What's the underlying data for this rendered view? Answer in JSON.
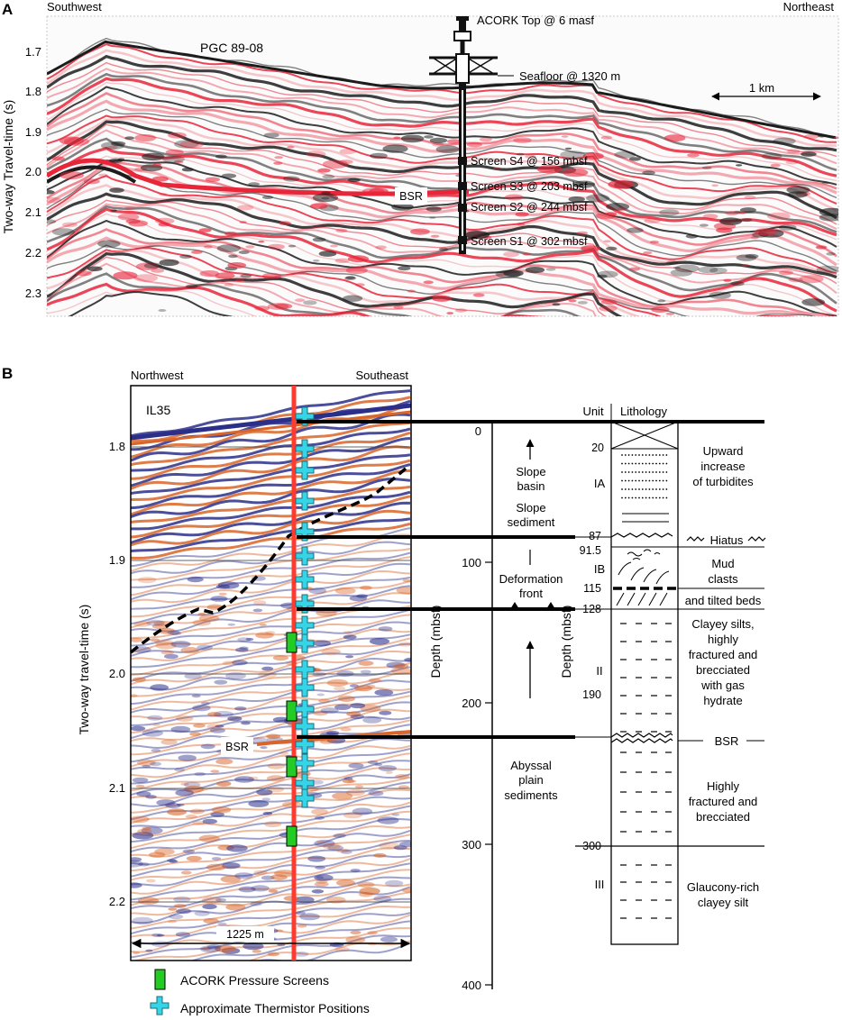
{
  "panel_a": {
    "label": "A",
    "direction_left": "Southwest",
    "direction_right": "Northeast",
    "line_name": "PGC 89-08",
    "y_axis_title": "Two-way Travel-time (s)",
    "y_ticks": [
      "1.7",
      "1.8",
      "1.9",
      "2.0",
      "2.1",
      "2.2",
      "2.3"
    ],
    "acork_top": "ACORK Top @ 6 masf",
    "seafloor": "Seafloor @ 1320 m",
    "scale_bar": "1 km",
    "bsr": "BSR",
    "screens": [
      "Screen S4 @ 156 mbsf",
      "Screen S3 @ 203 mbsf",
      "Screen S2 @ 244 mbsf",
      "Screen S1 @ 302 mbsf"
    ]
  },
  "panel_b": {
    "label": "B",
    "direction_left": "Northwest",
    "direction_right": "Southeast",
    "line_name": "IL35",
    "y_axis_title": "Two-way travel-time (s)",
    "y_ticks": [
      "1.8",
      "1.9",
      "2.0",
      "2.1",
      "2.2"
    ],
    "bsr": "BSR",
    "scale_bar": "1225 m",
    "legend": {
      "pressure_screens": "ACORK Pressure Screens",
      "thermistors": "Approximate Thermistor Positions"
    },
    "depth_axis_title": "Depth (mbsf)",
    "depth_ticks": [
      "0",
      "100",
      "200",
      "300",
      "400"
    ],
    "interpretation": {
      "slope_basin": [
        "Slope",
        "basin"
      ],
      "slope_sediment": [
        "Slope",
        "sediment"
      ],
      "deformation_front": [
        "Deformation",
        "front"
      ],
      "abyssal_plain": [
        "Abyssal",
        "plain",
        "sediments"
      ]
    },
    "column": {
      "unit_header": "Unit",
      "lithology_header": "Lithology",
      "depth_title": "Depth (mbsf)",
      "depth_labels": [
        "20",
        "87",
        "91.5",
        "115",
        "128",
        "190",
        "300"
      ],
      "units": [
        "IA",
        "IB",
        "II",
        "III"
      ],
      "descriptions": {
        "ia": [
          "Upward",
          "increase",
          "of turbidites"
        ],
        "hiatus": "Hiatus",
        "ib": [
          "Mud",
          "clasts"
        ],
        "tilted": "and tilted beds",
        "ii": [
          "Clayey silts,",
          "highly",
          "fractured and",
          "brecciated",
          "with gas",
          "hydrate"
        ],
        "bsr": "BSR",
        "fractured": [
          "Highly",
          "fractured and",
          "brecciated"
        ],
        "iii": [
          "Glaucony-rich",
          "clayey silt"
        ]
      }
    }
  },
  "colors": {
    "seismic_red": "#e8263a",
    "seismic_black": "#1c1c1c",
    "seismic_blue": "#2b2f8a",
    "seismic_orange": "#d8652a",
    "borehole_red": "#ff3b30",
    "screen_green": "#22cc22",
    "thermistor_cyan": "#35d4e6"
  }
}
